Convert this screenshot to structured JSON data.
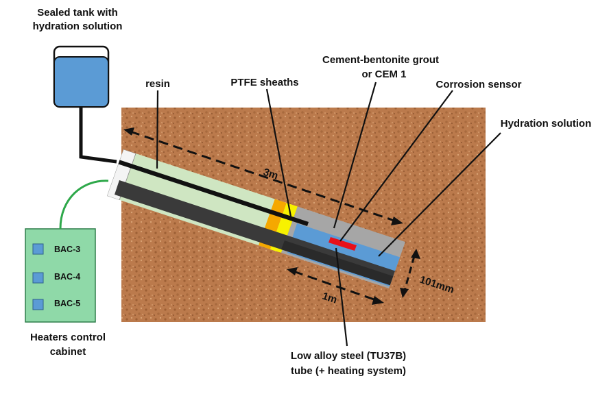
{
  "labels": {
    "tank": [
      "Sealed tank with",
      "hydration solution"
    ],
    "resin": "resin",
    "ptfe": "PTFE sheaths",
    "grout": [
      "Cement-bentonite grout",
      "or CEM 1"
    ],
    "sensor": "Corrosion sensor",
    "hydration": "Hydration solution",
    "length_3m": "3m",
    "length_1m": "1m",
    "diameter": "101mm",
    "steel": [
      "Low alloy steel (TU37B)",
      "tube (+ heating system)"
    ],
    "cabinet": [
      "Heaters control",
      "cabinet"
    ]
  },
  "cabinet_switches": [
    "BAC-3",
    "BAC-4",
    "BAC-5"
  ],
  "colors": {
    "soil": "#b9774a",
    "resin": "#cfe6c2",
    "ptfe_orange": "#f5a800",
    "ptfe_yellow": "#f7f200",
    "grout": "#a6a6a6",
    "hydration": "#5b9bd5",
    "steel": "#3a3a3a",
    "sensor": "#e8101a",
    "tank": "#5b9bd5",
    "cabinet": "#8fd9a8",
    "cable": "#2ea84a"
  }
}
